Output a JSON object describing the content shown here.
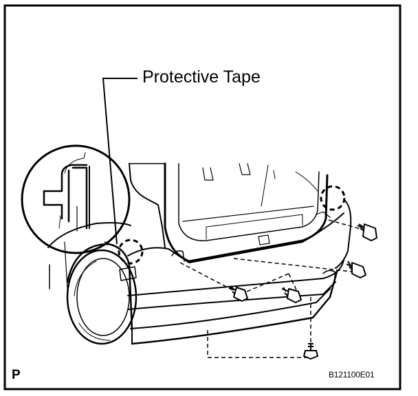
{
  "labels": {
    "protective_tape": "Protective Tape",
    "panel_letter": "P",
    "figure_code": "B121100E01"
  },
  "colors": {
    "line": "#000000",
    "background": "#ffffff"
  }
}
